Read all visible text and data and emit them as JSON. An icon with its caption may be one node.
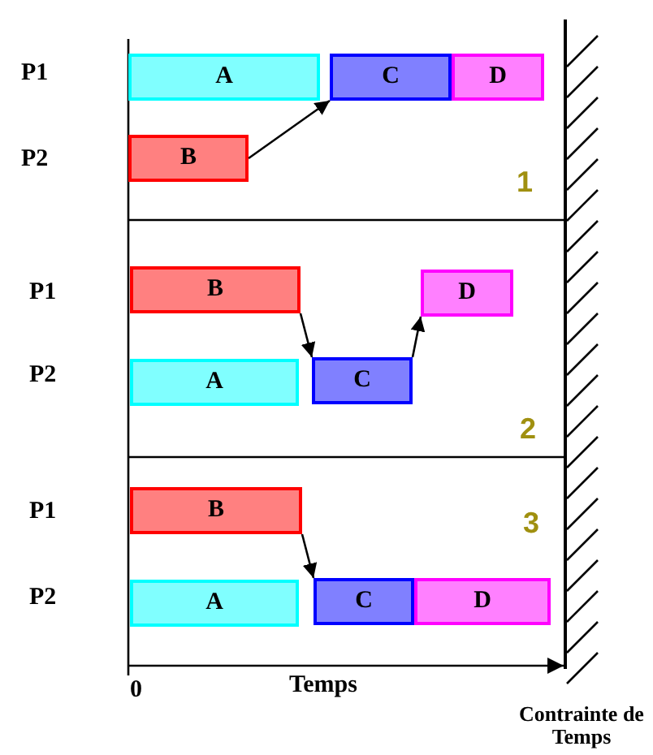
{
  "diagram": {
    "nodes": [
      {
        "text": [
          "A"
        ]
      },
      {
        "text": [
          "C"
        ]
      },
      {
        "text": [
          "D"
        ]
      },
      {
        "text": [
          "B"
        ]
      },
      {
        "text": [
          "B"
        ]
      },
      {
        "text": [
          "D"
        ]
      },
      {
        "text": [
          "A"
        ]
      },
      {
        "text": [
          "C"
        ]
      },
      {
        "text": [
          "B"
        ]
      },
      {
        "text": [
          "A"
        ]
      },
      {
        "text": [
          "C"
        ]
      },
      {
        "text": [
          "D"
        ]
      }
    ],
    "edges": [
      {
        "from": 3,
        "to": 1,
        "arrow": "to"
      },
      {
        "from": 4,
        "to": 7,
        "arrow": "to"
      },
      {
        "from": 7,
        "to": 5,
        "arrow": "to"
      },
      {
        "from": 8,
        "to": 10,
        "arrow": "to"
      }
    ],
    "labels": [
      "P1",
      "P2",
      "1",
      "P1",
      "P2",
      "2",
      "P1",
      "3",
      "P2",
      "0",
      "Temps",
      "Contrainte de Temps"
    ]
  }
}
